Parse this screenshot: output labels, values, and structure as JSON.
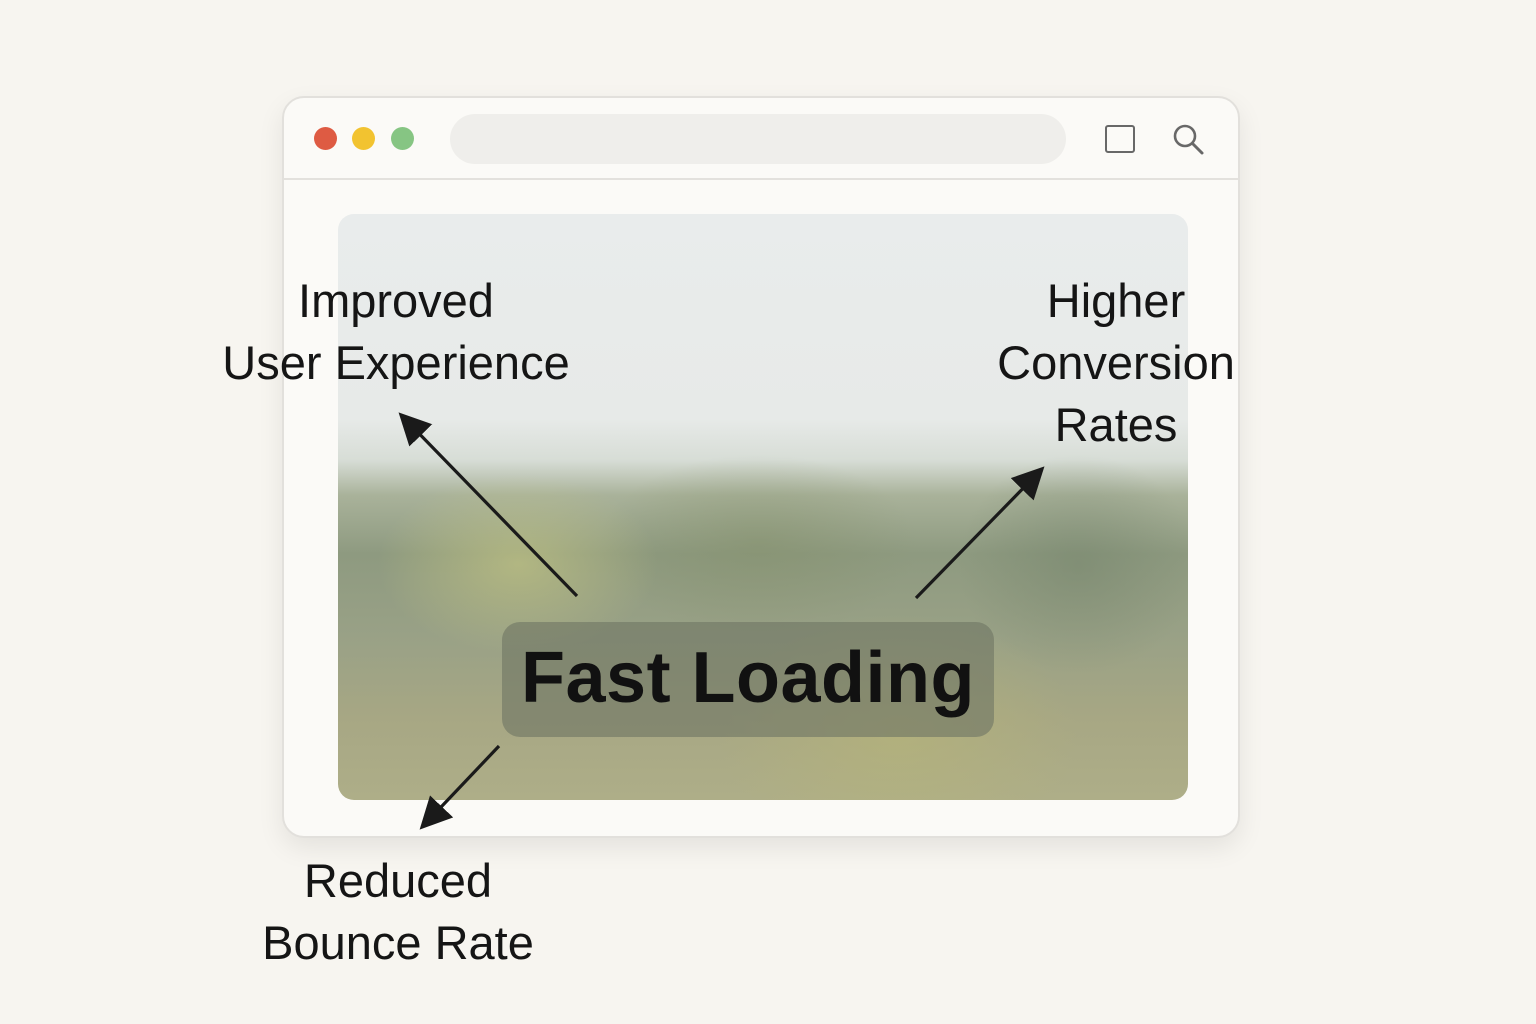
{
  "browser": {
    "window_controls": [
      "close",
      "minimize",
      "maximize"
    ],
    "toolbar_icons": [
      "tab-icon",
      "search-icon"
    ]
  },
  "center_label": "Fast Loading",
  "benefits": {
    "user_experience": {
      "line1": "Improved",
      "line2": "User Experience"
    },
    "conversion": {
      "line1": "Higher",
      "line2": "Conversion",
      "line3": "Rates"
    },
    "bounce": {
      "line1": "Reduced",
      "line2": "Bounce Rate"
    }
  },
  "colors": {
    "close": "#de5b43",
    "minimize": "#f2c330",
    "maximize": "#86c583",
    "text": "#151515"
  }
}
